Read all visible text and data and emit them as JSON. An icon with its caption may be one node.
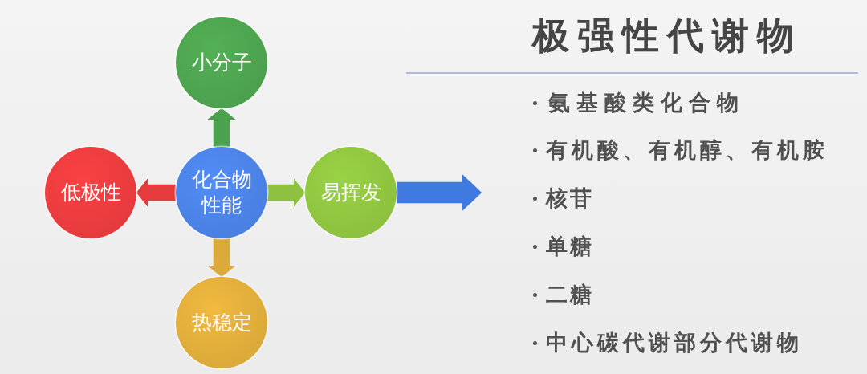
{
  "diagram": {
    "nodes": [
      {
        "text": [
          "小分子"
        ]
      },
      {
        "text": [
          "低极性"
        ]
      },
      {
        "text": [
          "化合物性能"
        ]
      },
      {
        "text": [
          "易挥发"
        ]
      },
      {
        "text": [
          "热稳定"
        ]
      }
    ],
    "edges": [
      {
        "from": 2,
        "to": 0,
        "arrow": "to",
        "color": "#4ca14e"
      },
      {
        "from": 2,
        "to": 1,
        "arrow": "to",
        "color": "#e63b3d"
      },
      {
        "from": 2,
        "to": 3,
        "arrow": "to",
        "color": "#8dc13f"
      },
      {
        "from": 2,
        "to": 4,
        "arrow": "to",
        "color": "#dcaa3a"
      },
      {
        "from": 3,
        "to": null,
        "arrow": "to",
        "color": "#3f7ae0"
      }
    ],
    "labels": [
      "极强性代谢物",
      "氨基酸类化合物",
      "有机酸、有机醇、有机胺",
      "核苷",
      "单糖",
      "二糖",
      "中心碳代谢部分代谢物"
    ]
  }
}
